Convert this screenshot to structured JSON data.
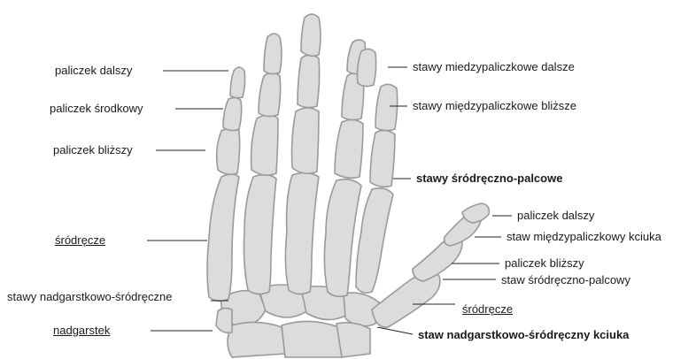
{
  "labels_left": {
    "paliczek_dalszy": "paliczek dalszy",
    "paliczek_srodkowy": "paliczek środkowy",
    "paliczek_blizszy": "paliczek bliższy",
    "srodrecze": "śródręcze",
    "stawy_nadgarstkowo": "stawy nadgarstkowo-śródręczne",
    "nadgarstek": "nadgarstek"
  },
  "labels_right": {
    "stawy_miedzypaliczkowe_dalsze": "stawy miedzypaliczkowe dalsze",
    "stawy_miedzypaliczkowe_blizsze": "stawy międzypaliczkowe bliższe",
    "stawy_srodreczno_palcowe": "stawy śródręczno-palcowe"
  },
  "labels_thumb": {
    "paliczek_dalszy": "paliczek dalszy",
    "staw_miedzypaliczkowy": "staw międzypaliczkowy kciuka",
    "paliczek_blizszy": "paliczek bliższy",
    "staw_srodreczno_palcowy": "staw śródręczno-palcowy",
    "srodrecze": "śródręcze",
    "staw_nadgarstkowo": "staw nadgarstkowo-śródręczny kciuka"
  }
}
